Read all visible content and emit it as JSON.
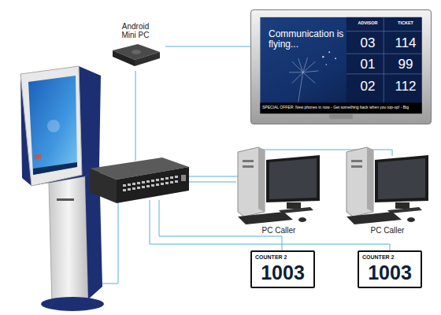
{
  "diagram": {
    "nodes": [
      {
        "text": [
          "Android Mini PC"
        ]
      },
      {
        "text": [
          "Communication is flying...",
          "ADVISOR",
          "TICKET",
          "03",
          "114",
          "01",
          "99",
          "02",
          "112",
          "SPECIAL OFFER: New phones in now - Get something back when you top-up! - Big"
        ]
      },
      {
        "text": [
          "PC Caller"
        ]
      },
      {
        "text": [
          "PC Caller"
        ]
      },
      {
        "text": [
          "COUNTER 2",
          "1003"
        ]
      },
      {
        "text": [
          "COUNTER 2",
          "1003"
        ]
      }
    ],
    "edges": [
      {
        "from": 0,
        "to": 1,
        "arrow": "none"
      }
    ]
  }
}
